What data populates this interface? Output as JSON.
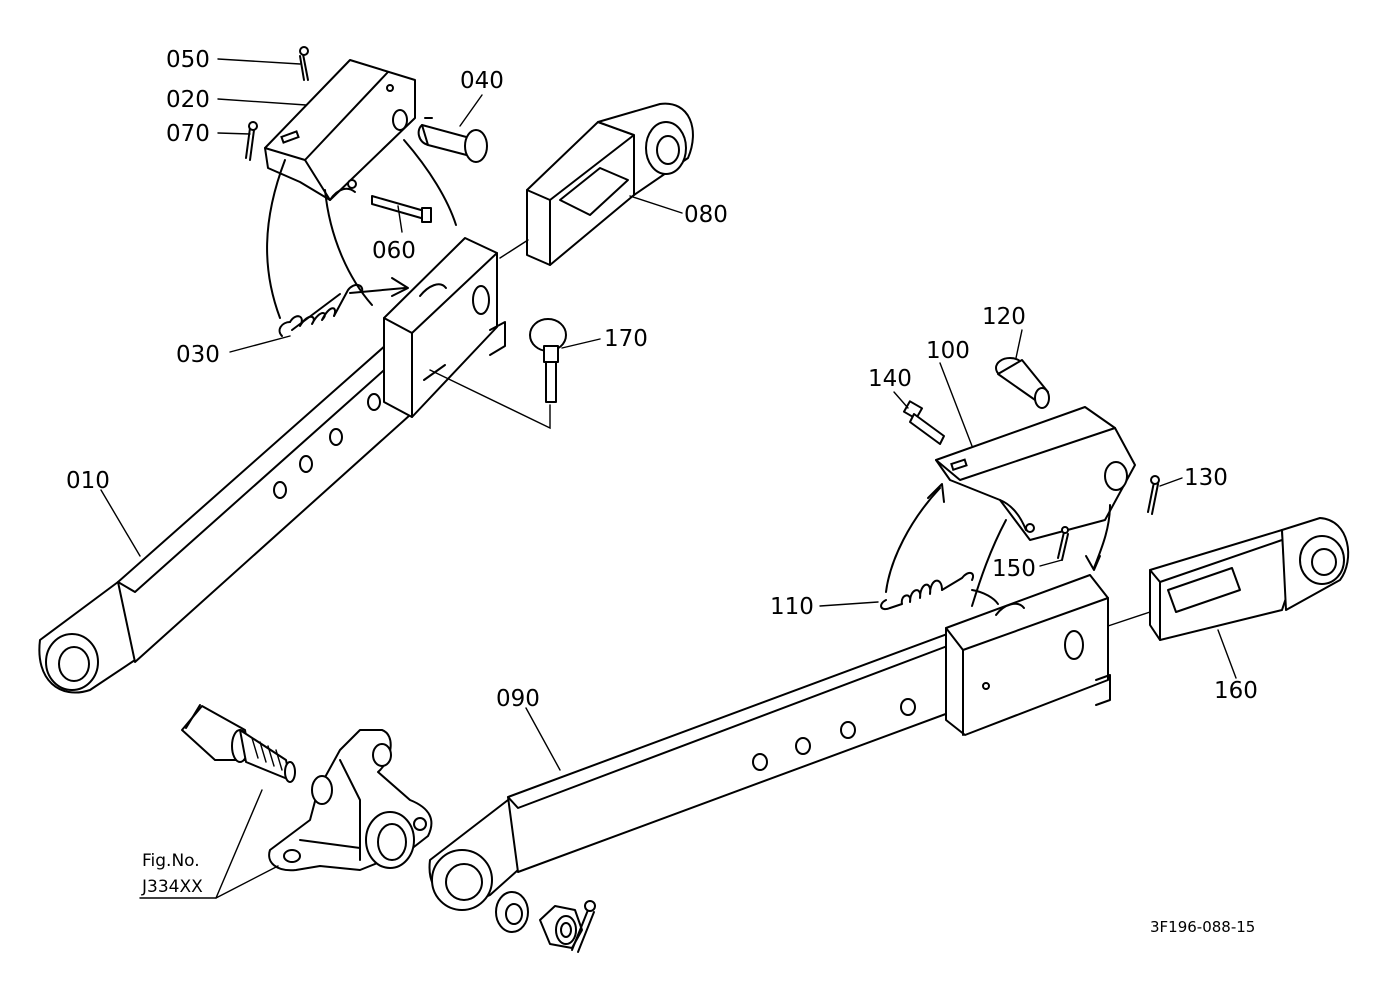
{
  "callouts": {
    "c010": "010",
    "c020": "020",
    "c030": "030",
    "c040": "040",
    "c050": "050",
    "c060": "060",
    "c070": "070",
    "c080": "080",
    "c090": "090",
    "c100": "100",
    "c110": "110",
    "c120": "120",
    "c130": "130",
    "c140": "140",
    "c150": "150",
    "c160": "160",
    "c170": "170"
  },
  "reference": {
    "fig_label": "Fig.No.",
    "fig_number": "J334XX"
  },
  "drawing_id": "3F196-088-15",
  "colors": {
    "line": "#000000",
    "background": "#ffffff"
  }
}
